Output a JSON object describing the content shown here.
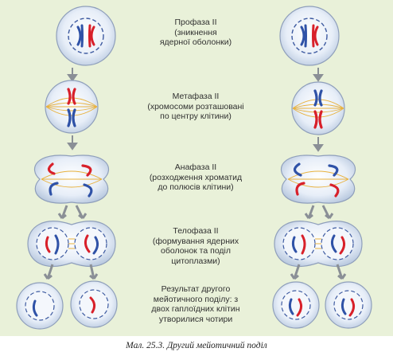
{
  "stages": [
    {
      "name": "Профаза ІІ",
      "description": [
        "(зникнення",
        "ядерної оболонки)"
      ]
    },
    {
      "name": "Метафаза ІІ",
      "description": [
        "(хромосоми розташовані",
        "по центру клітини)"
      ]
    },
    {
      "name": "Анафаза ІІ",
      "description": [
        "(розходження хроматид",
        "до полюсів клітини)"
      ]
    },
    {
      "name": "Телофаза ІІ",
      "description": [
        "(формування ядерних",
        "оболонок та поділ",
        "цитоплазми)"
      ]
    },
    {
      "name": "Результат другого",
      "description": [
        "мейотичного поділу: з",
        "двох гаплоїдних клітин",
        "утворилися чотири"
      ]
    }
  ],
  "caption": "Мал. 25.3. Другий мейотичний поділ",
  "colors": {
    "background": "#e9f1d9",
    "chromosome_red": "#d8202a",
    "chromosome_blue": "#2f52a7",
    "spindle": "#e8b23e",
    "cell_fill": "#e6edf8",
    "arrow": "#8a8f96"
  }
}
